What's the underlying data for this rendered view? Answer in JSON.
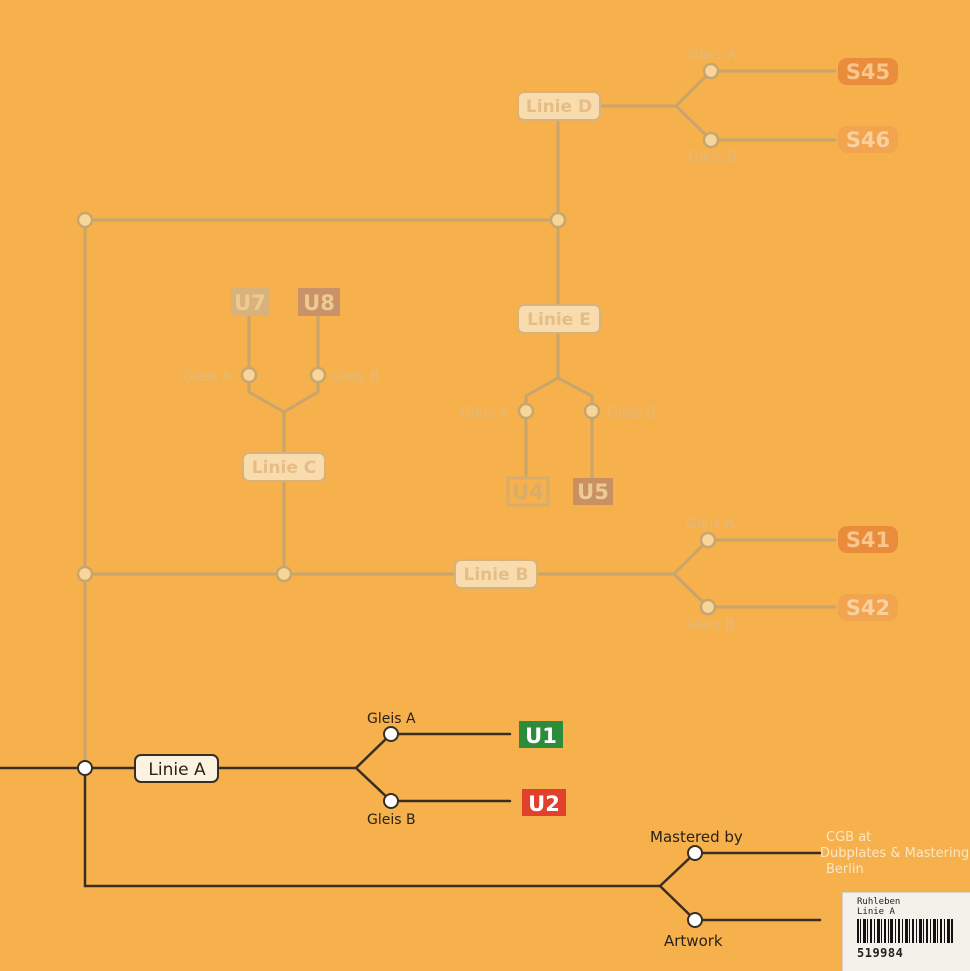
{
  "colors": {
    "background": "#f6b04c",
    "faint_line": "#c8a56c",
    "faint_text": "#e8c08c",
    "dark_line": "#3a2e20",
    "u1_green": "#2c8c3c",
    "u2_red": "#e0402c",
    "s_orange": "#e98c3c",
    "u7_tan": "#d8b27a",
    "u8_brown": "#c99268",
    "u4_tan": "#d8ad6c",
    "u5_brown": "#c99064"
  },
  "lines": {
    "linie_a": "Linie A",
    "linie_b": "Linie B",
    "linie_c": "Linie C",
    "linie_d": "Linie D",
    "linie_e": "Linie E"
  },
  "platforms": {
    "gleis_a": "Gleis A",
    "gleis_b": "Gleis B"
  },
  "badges": {
    "u1": "U1",
    "u2": "U2",
    "u4": "U4",
    "u5": "U5",
    "u7": "U7",
    "u8": "U8",
    "s41": "S41",
    "s42": "S42",
    "s45": "S45",
    "s46": "S46"
  },
  "credits": {
    "mastered_by": "Mastered by",
    "mastered_line1": "CGB at",
    "mastered_line2": "Dubplates & Mastering,",
    "mastered_line3": "Berlin",
    "artwork": "Artwork"
  },
  "sticker": {
    "line1": "Ruhleben",
    "line2": "Linie A",
    "number": "519984"
  }
}
